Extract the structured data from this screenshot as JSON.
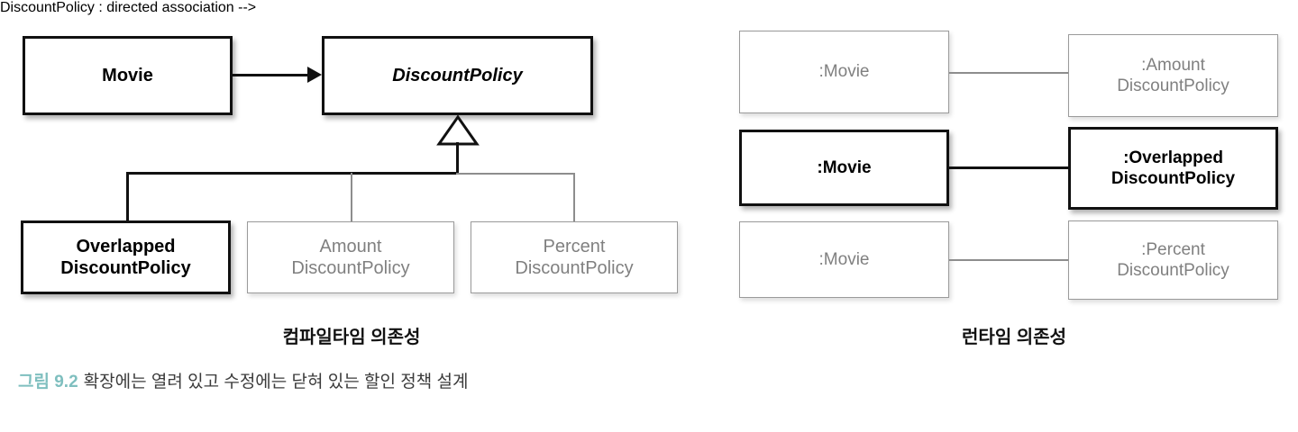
{
  "figure": {
    "caption_number": "그림 9.2",
    "caption_number_color": "#7FBFBF",
    "caption_text": "확장에는 열려 있고 수정에는 닫혀 있는 할인 정책 설계"
  },
  "palette": {
    "active_stroke": "#111111",
    "active_text": "#000000",
    "dim_stroke": "#9a9a9a",
    "dim_text": "#808080",
    "background": "#ffffff"
  },
  "compile_time_panel": {
    "caption": "컴파일타임 의존성",
    "nodes": {
      "movie": {
        "label": "Movie",
        "state": "active",
        "abstract": false
      },
      "discount_policy": {
        "label": "DiscountPolicy",
        "state": "active",
        "abstract": true
      },
      "overlapped": {
        "label": "Overlapped\nDiscountPolicy",
        "state": "active",
        "abstract": false
      },
      "amount": {
        "label": "Amount\nDiscountPolicy",
        "state": "dim",
        "abstract": false
      },
      "percent": {
        "label": "Percent\nDiscountPolicy",
        "state": "dim",
        "abstract": false
      }
    },
    "relations": [
      {
        "from": "Movie",
        "to": "DiscountPolicy",
        "type": "directed-association",
        "state": "active"
      },
      {
        "from": "OverlappedDiscountPolicy",
        "to": "DiscountPolicy",
        "type": "generalization",
        "state": "active"
      },
      {
        "from": "AmountDiscountPolicy",
        "to": "DiscountPolicy",
        "type": "generalization",
        "state": "dim"
      },
      {
        "from": "PercentDiscountPolicy",
        "to": "DiscountPolicy",
        "type": "generalization",
        "state": "dim"
      }
    ]
  },
  "runtime_panel": {
    "caption": "런타임 의존성",
    "rows": [
      {
        "left": {
          "label": ":Movie",
          "state": "dim"
        },
        "right": {
          "label": ":Amount\nDiscountPolicy",
          "state": "dim"
        },
        "link_state": "dim"
      },
      {
        "left": {
          "label": ":Movie",
          "state": "active"
        },
        "right": {
          "label": ":Overlapped\nDiscountPolicy",
          "state": "active"
        },
        "link_state": "active"
      },
      {
        "left": {
          "label": ":Movie",
          "state": "dim"
        },
        "right": {
          "label": ":Percent\nDiscountPolicy",
          "state": "dim"
        },
        "link_state": "dim"
      }
    ]
  }
}
